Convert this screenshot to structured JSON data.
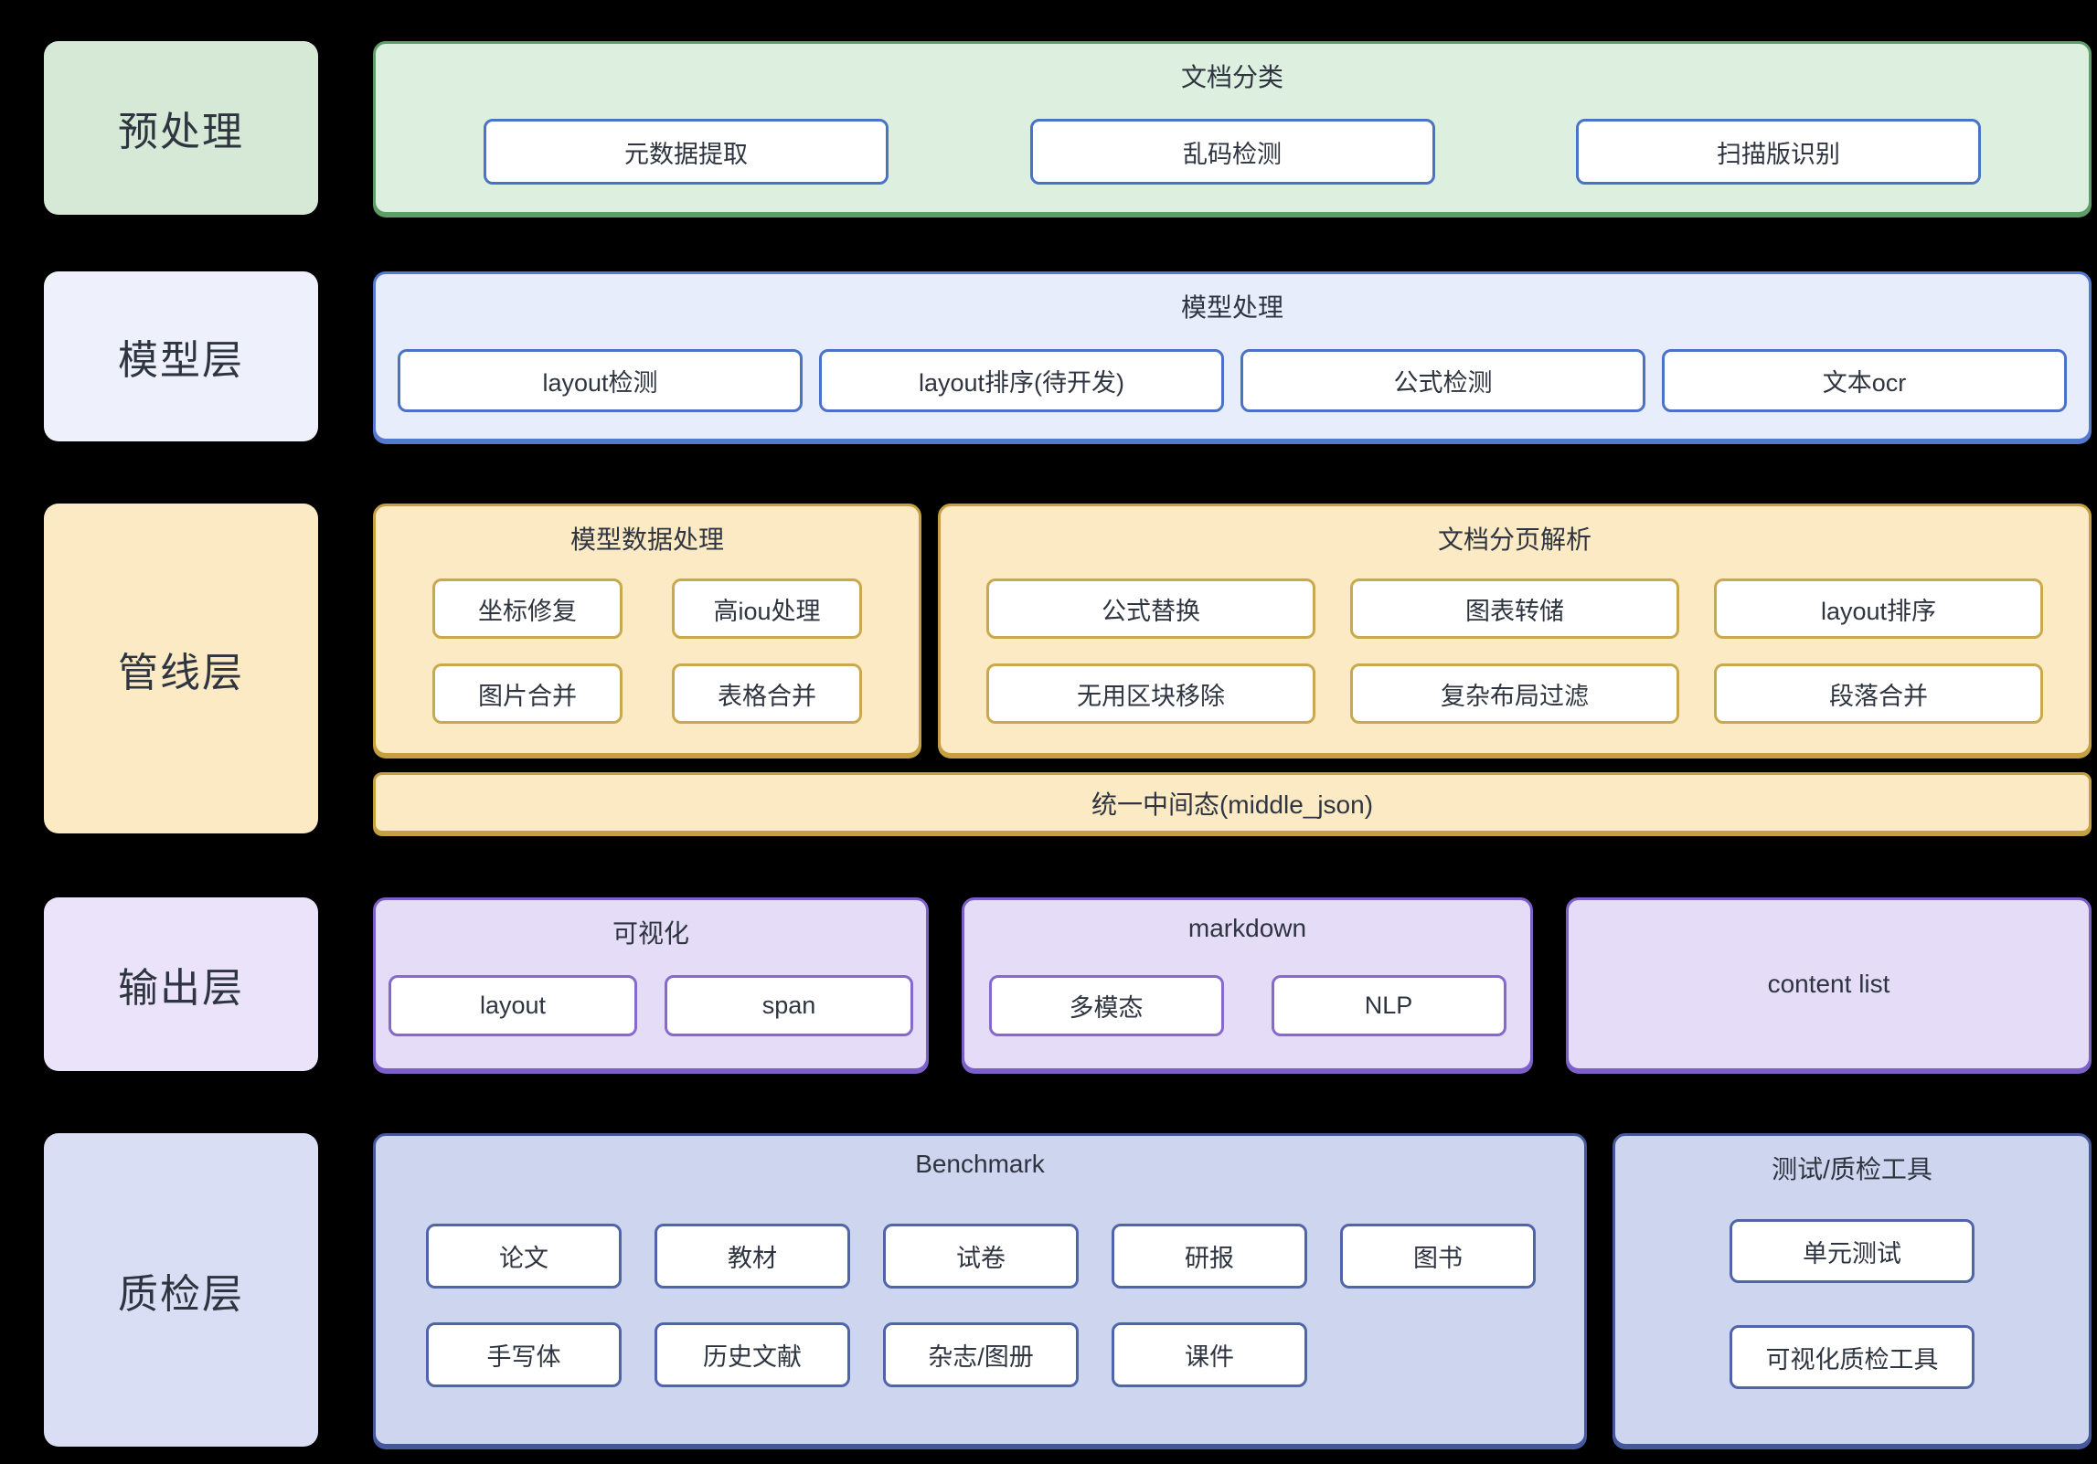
{
  "colors": {
    "text": "#2e3440",
    "green_side": "#d6e9d7",
    "green_fill": "#ddefde",
    "green_border": "#5e9d68",
    "blue_node_border": "#4a72c7",
    "blue_side": "#eef1fb",
    "blue_fill": "#e8edfb",
    "blue_border": "#5578d1",
    "yellow_side": "#fbeac3",
    "yellow_fill": "#fbeac3",
    "yellow_border": "#c5a041",
    "yellow_node_border": "#c9a94e",
    "purple_side": "#eae3fa",
    "purple_fill": "#e5dcf8",
    "purple_border": "#7d5fc8",
    "purple_node_border": "#8669cc",
    "navy_side": "#d9def4",
    "navy_fill": "#cdd5ef",
    "navy_border": "#46589c",
    "navy_node_border": "#5064a9"
  },
  "layers": [
    {
      "label": "预处理",
      "groups": [
        {
          "title": "文档分类",
          "items": [
            "元数据提取",
            "乱码检测",
            "扫描版识别"
          ]
        }
      ]
    },
    {
      "label": "模型层",
      "groups": [
        {
          "title": "模型处理",
          "items": [
            "layout检测",
            "layout排序(待开发)",
            "公式检测",
            "文本ocr"
          ]
        }
      ]
    },
    {
      "label": "管线层",
      "groups": [
        {
          "title": "模型数据处理",
          "items": [
            "坐标修复",
            "高iou处理",
            "图片合并",
            "表格合并"
          ]
        },
        {
          "title": "文档分页解析",
          "items": [
            "公式替换",
            "图表转储",
            "layout排序",
            "无用区块移除",
            "复杂布局过滤",
            "段落合并"
          ]
        }
      ],
      "bar": "统一中间态(middle_json)"
    },
    {
      "label": "输出层",
      "groups": [
        {
          "title": "可视化",
          "items": [
            "layout",
            "span"
          ]
        },
        {
          "title": "markdown",
          "items": [
            "多模态",
            "NLP"
          ]
        },
        {
          "title": "content list",
          "items": []
        }
      ]
    },
    {
      "label": "质检层",
      "groups": [
        {
          "title": "Benchmark",
          "items": [
            "论文",
            "教材",
            "试卷",
            "研报",
            "图书",
            "手写体",
            "历史文献",
            "杂志/图册",
            "课件"
          ]
        },
        {
          "title": "测试/质检工具",
          "items": [
            "单元测试",
            "可视化质检工具"
          ]
        }
      ]
    }
  ]
}
